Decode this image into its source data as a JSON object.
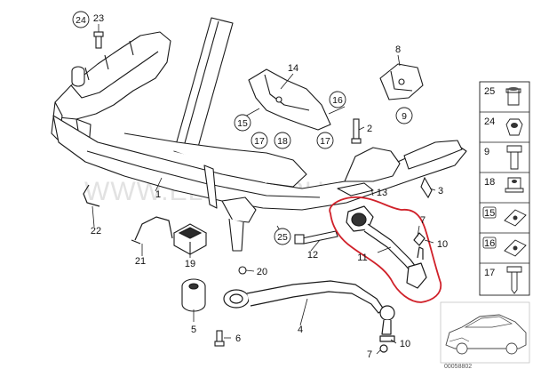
{
  "watermark": "WWW.ELCATS.RU",
  "reference_code": "00058802",
  "callouts": {
    "c24": "24",
    "c23": "23",
    "c14": "14",
    "c8": "8",
    "c9": "9",
    "c16": "16",
    "c15": "15",
    "c17a": "17",
    "c18": "18",
    "c17b": "17",
    "c2": "2",
    "c1": "1",
    "c13": "13",
    "c3": "3",
    "c22": "22",
    "c7a": "7",
    "c10a": "10",
    "c25": "25",
    "c19": "19",
    "c21": "21",
    "c12": "12",
    "c11": "11",
    "c20": "20",
    "c5": "5",
    "c6": "6",
    "c4": "4",
    "c10b": "10",
    "c7b": "7"
  },
  "sidebar": {
    "items": [
      {
        "number": "25",
        "circled": false,
        "part": "nut-cap"
      },
      {
        "number": "24",
        "circled": false,
        "part": "hex-nut"
      },
      {
        "number": "9",
        "circled": false,
        "part": "hex-bolt"
      },
      {
        "number": "18",
        "circled": false,
        "part": "flange-nut"
      },
      {
        "number": "15",
        "circled": true,
        "part": "speed-clip"
      },
      {
        "number": "16",
        "circled": true,
        "part": "speed-clip"
      },
      {
        "number": "17",
        "circled": false,
        "part": "screw"
      }
    ]
  },
  "highlight_color": "#d0212a",
  "line_color": "#1a1a1a"
}
